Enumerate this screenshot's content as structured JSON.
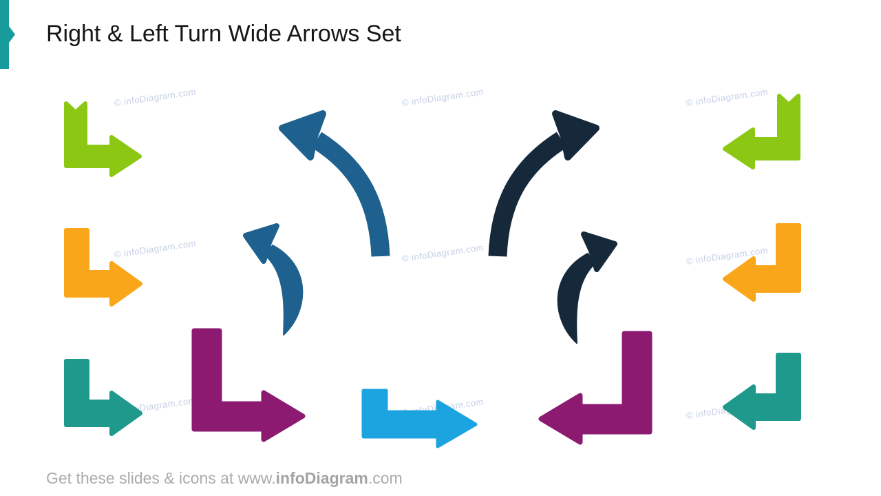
{
  "slide": {
    "title": "Right & Left Turn Wide Arrows Set",
    "watermark": "© infoDiagram.com",
    "footer": {
      "prefix": "Get these slides & icons at www.",
      "brand": "infoDiagram",
      "suffix": ".com"
    },
    "colors": {
      "accent_teal": "#189b9b",
      "green": "#8CC714",
      "orange": "#FAA61A",
      "teal": "#1F998B",
      "purple": "#8B1A70",
      "light_blue": "#1BA4DF",
      "steel_blue": "#1F618E",
      "dark_navy": "#16293B",
      "watermark_blue": "#C9D2E7",
      "footer_gray": "#ABABAB"
    },
    "arrows": [
      {
        "name": "green-right-turn-notched-arrow",
        "color": "#8CC714",
        "turn": "down-then-right"
      },
      {
        "name": "orange-right-turn-arrow",
        "color": "#FAA61A",
        "turn": "down-then-right"
      },
      {
        "name": "teal-right-turn-arrow",
        "color": "#1F998B",
        "turn": "down-then-right"
      },
      {
        "name": "steel-blue-curved-arrow-up-left",
        "color": "#1F618E",
        "turn": "curve-up-left"
      },
      {
        "name": "steel-blue-swoosh-arrow-up-left",
        "color": "#1F618E",
        "turn": "swoosh-up-left"
      },
      {
        "name": "navy-curved-arrow-up-right",
        "color": "#16293B",
        "turn": "curve-up-right"
      },
      {
        "name": "navy-swoosh-arrow-up-right",
        "color": "#16293B",
        "turn": "swoosh-up-right"
      },
      {
        "name": "purple-large-right-turn-arrow",
        "color": "#8B1A70",
        "turn": "down-then-right"
      },
      {
        "name": "light-blue-right-arrow",
        "color": "#1BA4DF",
        "turn": "short-down-then-right"
      },
      {
        "name": "purple-large-left-turn-arrow",
        "color": "#8B1A70",
        "turn": "down-then-left"
      },
      {
        "name": "green-left-turn-notched-arrow",
        "color": "#8CC714",
        "turn": "down-then-left"
      },
      {
        "name": "orange-left-turn-arrow",
        "color": "#FAA61A",
        "turn": "down-then-left"
      },
      {
        "name": "teal-left-turn-arrow",
        "color": "#1F998B",
        "turn": "down-then-left"
      }
    ]
  }
}
